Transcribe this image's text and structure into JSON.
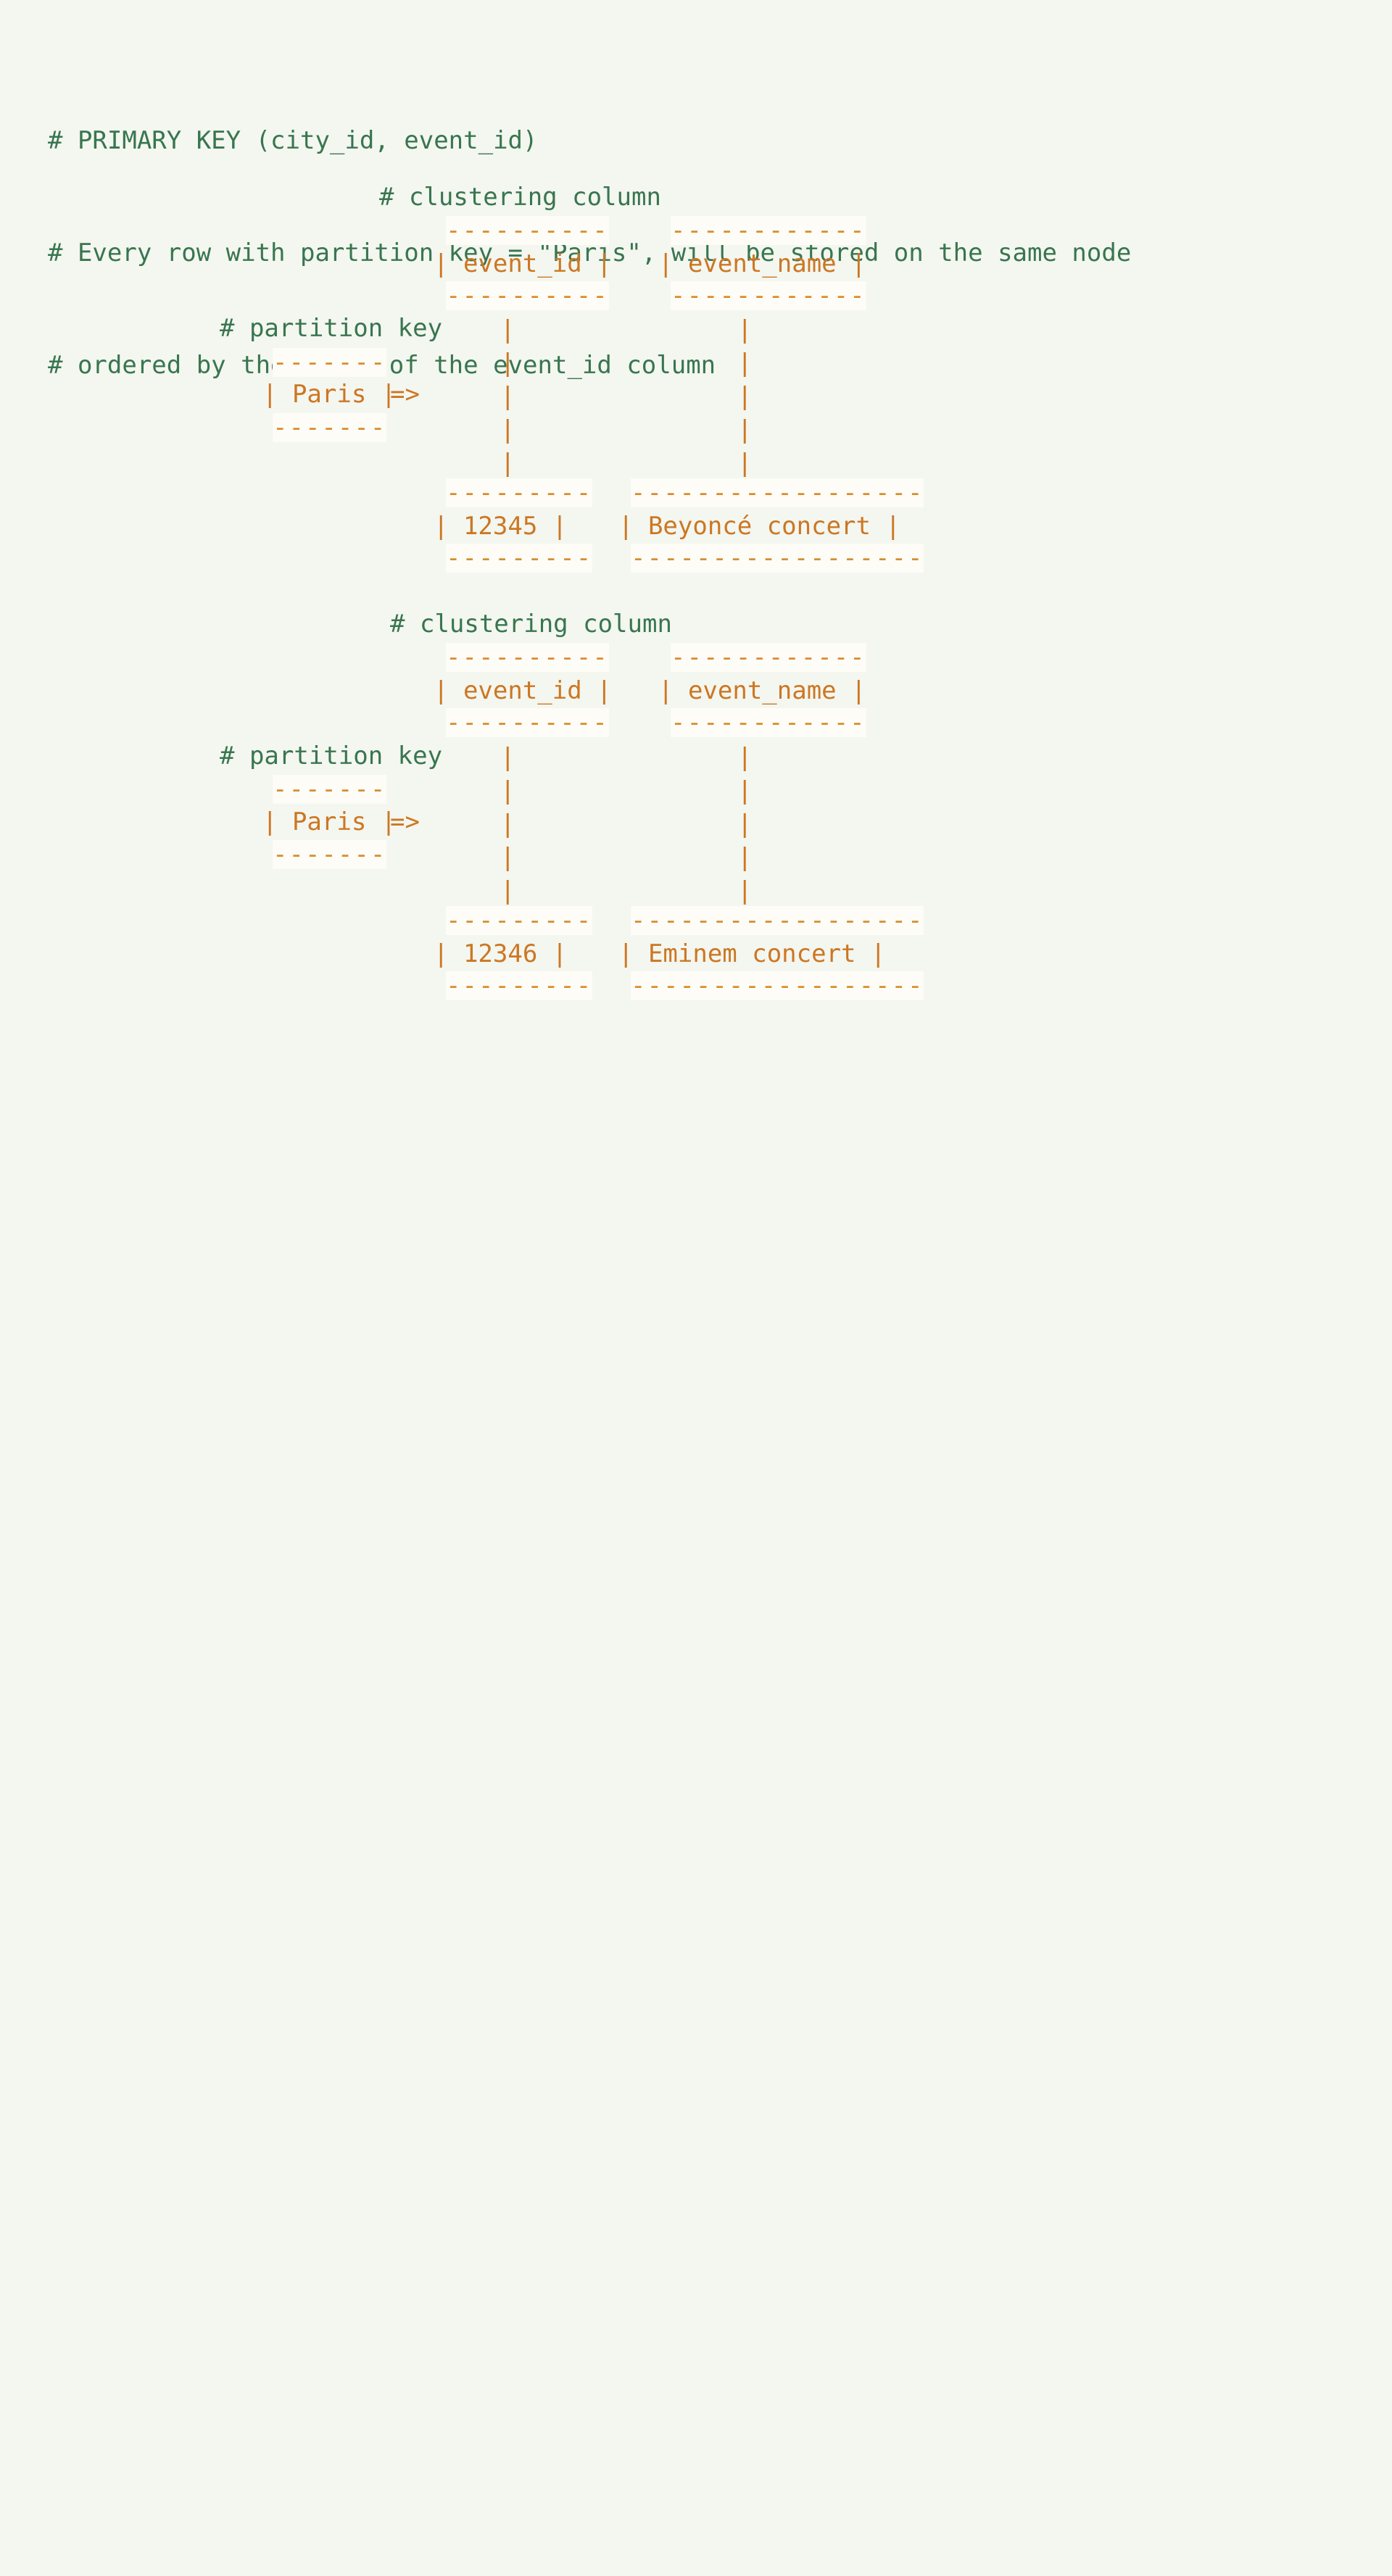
{
  "theme": {
    "background": "#f4f6f0",
    "comment_color": "#38764f",
    "code_color": "#cc7722",
    "rule_color": "#d78c2e",
    "cell_highlight": "#fdfcf7"
  },
  "header": {
    "line1": "# PRIMARY KEY (city_id, event_id)",
    "line2": "# Every row with partition key = \"Paris\", will be stored on the same node",
    "line3": "# ordered by the value of the event_id column"
  },
  "blocks": [
    {
      "id": "block-1",
      "clustering_label": "# clustering column",
      "partition_label": "# partition key",
      "partition_rule": "-------",
      "partition_value": "| Paris |",
      "arrow": "=>",
      "columns": [
        {
          "id": "event-id-column",
          "header_rule": "----------",
          "header_cell": "| event_id |",
          "connector": "|",
          "value_rule": "---------",
          "value_cell": "| 12345 |"
        },
        {
          "id": "event-name-column",
          "header_rule": "------------",
          "header_cell": "| event_name |",
          "connector": "|",
          "value_rule": "------------------",
          "value_cell": "| Beyoncé concert |"
        }
      ]
    },
    {
      "id": "block-2",
      "clustering_label": "# clustering column",
      "partition_label": "# partition key",
      "partition_rule": "-------",
      "partition_value": "| Paris |",
      "arrow": "=>",
      "columns": [
        {
          "id": "event-id-column",
          "header_rule": "----------",
          "header_cell": "| event_id |",
          "connector": "|",
          "value_rule": "---------",
          "value_cell": "| 12346 |"
        },
        {
          "id": "event-name-column",
          "header_rule": "------------",
          "header_cell": "| event_name |",
          "connector": "|",
          "value_rule": "------------------",
          "value_cell": "| Eminem concert |"
        }
      ]
    }
  ]
}
